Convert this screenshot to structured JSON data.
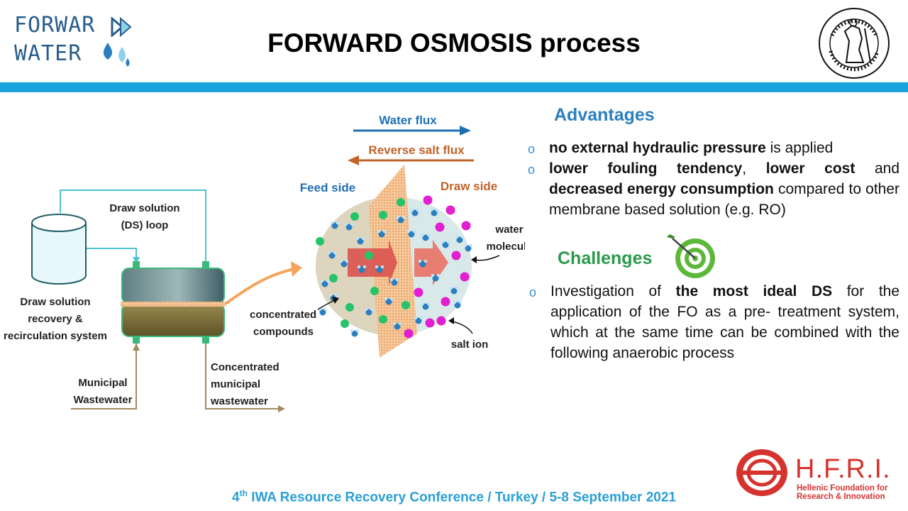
{
  "title": "FORWARD OSMOSIS process",
  "logo_left": {
    "line1": "FORWAR",
    "line2": "WATER"
  },
  "advantages": {
    "title": "Advantages",
    "item1": {
      "bold": "no external hydraulic pressure",
      "rest": " is applied"
    },
    "item2": {
      "bold1": "lower fouling tendency",
      "sep1": ", ",
      "bold2": "lower cost",
      "sep2": " and ",
      "bold3": "decreased energy consumption",
      "rest": " compared to other membrane based solution (e.g. RO)"
    }
  },
  "challenges": {
    "title": "Challenges",
    "item1": {
      "pre": "Investigation of ",
      "bold": "the most ideal DS",
      "rest": " for the application of the FO as a pre- treatment system, which at the same time can be combined with the following anaerobic process"
    }
  },
  "diagram": {
    "draw_solution_loop": [
      "Draw solution",
      "(DS) loop"
    ],
    "recovery": [
      "Draw solution",
      "recovery &",
      "recirculation system"
    ],
    "municipal_wastewater": [
      "Municipal",
      "Wastewater"
    ],
    "concentrated": [
      "Concentrated",
      "municipal",
      "wastewater"
    ],
    "concentrated_compounds": [
      "concentrated",
      "compounds"
    ],
    "water_flux": "Water flux",
    "reverse_salt_flux": "Reverse salt flux",
    "feed_side": "Feed side",
    "draw_side": "Draw side",
    "water_molecule": [
      "water",
      "molecule"
    ],
    "salt_ion": "salt ion"
  },
  "footer": {
    "pre": "4",
    "sup": "th",
    "rest": " IWA Resource Recovery Conference / Turkey / 5-8 September 2021"
  },
  "hfri": {
    "name": "H.F.R.I.",
    "sub1": "Hellenic Foundation for",
    "sub2": "Research & Innovation"
  },
  "colors": {
    "accent_bar": "#1aa3dd",
    "advantages": "#2a7fbf",
    "challenges": "#2a9a4a",
    "water_flux": "#1f6fb5",
    "reverse_salt": "#c0622a",
    "hfri": "#d6322e"
  }
}
